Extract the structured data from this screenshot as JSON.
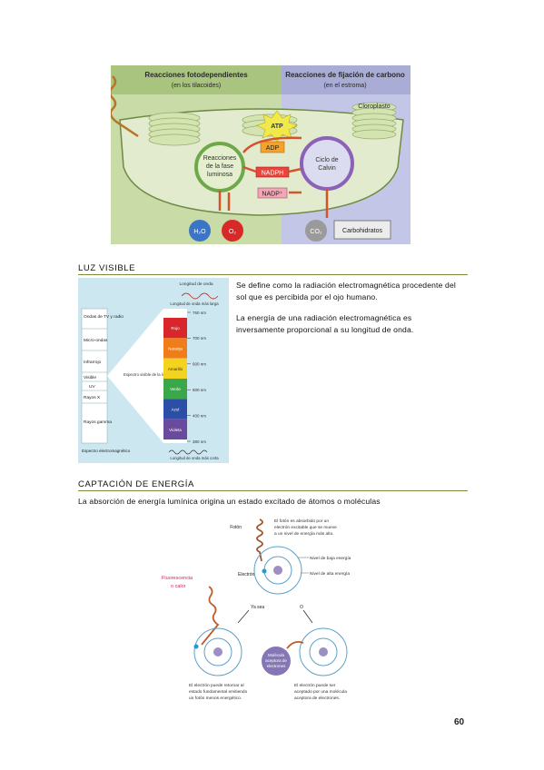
{
  "photosynthesis_figure": {
    "header_left": "Reacciones fotodependientes",
    "header_left_sub": "(en los tilacoides)",
    "header_right": "Reacciones de fijación de carbono",
    "header_right_sub": "(en el estroma)",
    "chloroplast": "Cloroplasto",
    "light_reactions": [
      "Reacciones",
      "de la fase",
      "luminosa"
    ],
    "calvin": [
      "Ciclo de",
      "Calvin"
    ],
    "atp": "ATP",
    "adp": "ADP",
    "nadph": "NADPH",
    "nadp": "NADP⁺",
    "h2o": "H₂O",
    "o2": "O₂",
    "co2": "CO₂",
    "carbs": "Carbohidratos"
  },
  "section1": {
    "title": "LUZ VISIBLE",
    "paragraph1": "Se define como la radiación electromagnética procedente del sol que es percibida por el ojo humano.",
    "paragraph2": "La energía de una radiación electromagnética es inversamente proporcional a su longitud de onda."
  },
  "spectrum_figure": {
    "top_label": "Longitud de onda",
    "top_sub": "Longitud de onda más larga",
    "bottom_label": "Longitud de onda más corta",
    "left_bands": [
      "Ondas de TV y radio",
      "Micro-ondas",
      "Infrarrojo",
      "Visible",
      "UV",
      "Rayos X",
      "Rayos gamma"
    ],
    "left_footer": "Espectro electromagnético",
    "center_label": "Espectro visible de la luz visible",
    "colors": [
      {
        "name": "Rojo",
        "hex": "#d8262b"
      },
      {
        "name": "Naranja",
        "hex": "#ef7d1a"
      },
      {
        "name": "Amarillo",
        "hex": "#f4d320"
      },
      {
        "name": "Verde",
        "hex": "#3aa84a"
      },
      {
        "name": "Azul",
        "hex": "#2b4fa6"
      },
      {
        "name": "Violeta",
        "hex": "#6a4a9c"
      }
    ],
    "scale": [
      "760 nm",
      "700 nm",
      "600 nm",
      "500 nm",
      "400 nm",
      "380 nm"
    ]
  },
  "section2": {
    "title": "CAPTACIÓN DE ENERGÍA",
    "subtitle": "La absorción de energía lumínica origina un estado excitado de átomos o moléculas"
  },
  "excitation_figure": {
    "photon": "Fotón",
    "note_top": [
      "El fotón es absorbido por un",
      "electrón excitable que se mueve",
      "a un nivel de energía más alto."
    ],
    "high_level": "Nivel de baja energía",
    "low_level": "Nivel de alta energía",
    "electron": "Electrón",
    "fluorescence": [
      "Fluorescencia",
      "o calor"
    ],
    "or_left": "Ya sea",
    "or_right": "O",
    "acceptor": [
      "Molécula",
      "aceptora de",
      "electrones"
    ],
    "note_left": [
      "El electrón puede retornar al",
      "estado fundamental emitiendo",
      "un fotón menos energético."
    ],
    "note_right": [
      "El electrón puede ser",
      "aceptado por una molécula",
      "aceptora de electrones."
    ]
  },
  "page_number": "60"
}
